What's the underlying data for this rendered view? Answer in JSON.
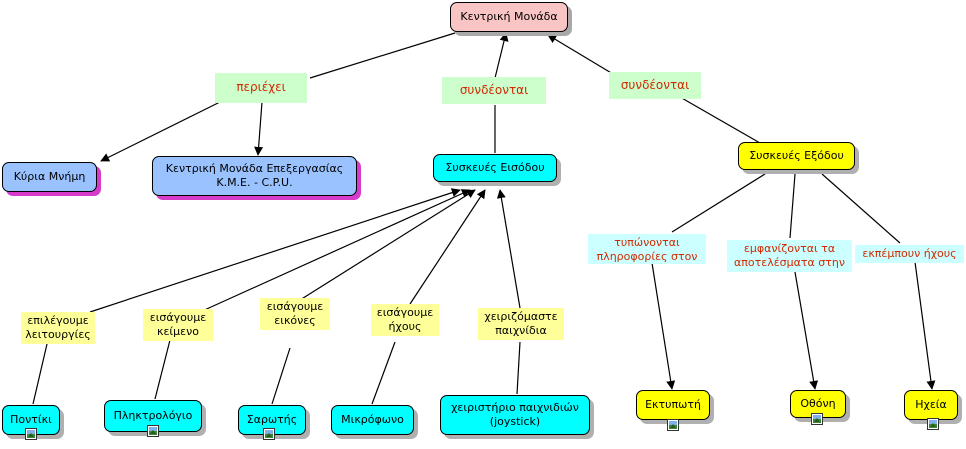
{
  "nodes": {
    "cpu_unit": "Κεντρική Μονάδα",
    "main_memory": "Κύρια Μνήμη",
    "processing_unit": "Κεντρική Μονάδα Επεξεργασίας\nΚ.Μ.Ε. - C.P.U.",
    "input_devices": "Συσκευές Εισόδου",
    "output_devices": "Συσκευές Εξόδου",
    "mouse": "Ποντίκι",
    "keyboard": "Πληκτρολόγιο",
    "scanner": "Σαρωτής",
    "microphone": "Μικρόφωνο",
    "joystick": "χειριστήριο παιχνιδιών\n(joystick)",
    "printer": "Εκτυπωτή",
    "screen": "Οθόνη",
    "speakers": "Ηχεία"
  },
  "links": {
    "contains": "περιέχει",
    "connected_input": "συνδέονται",
    "connected_output": "συνδέονται",
    "select_functions": "επιλέγουμε\nλειτουργίες",
    "enter_text": "εισάγουμε\nκείμενο",
    "enter_images": "εισάγουμε\nεικόνες",
    "enter_sound": "εισάγουμε\nήχους",
    "play_games": "χειριζόμαστε\nπαιχνίδια",
    "printed_info": "τυπώνονται\nπληροφορίες στον",
    "results_shown": "εμφανίζονται τα\nαποτελέσματα στην",
    "emit_sound": "εκπέμπουν ήχους"
  },
  "colors": {
    "pink_node": "#f9c4c4",
    "blue_node": "#99c2ff",
    "cyan_node": "#00ffff",
    "yellow_node": "#ffff00",
    "link_green": "#ccffcc",
    "link_yellow": "#ffff99",
    "link_cyan": "#ccffff",
    "link_red_text": "#d22a00"
  },
  "icons": [
    "image-icon"
  ]
}
